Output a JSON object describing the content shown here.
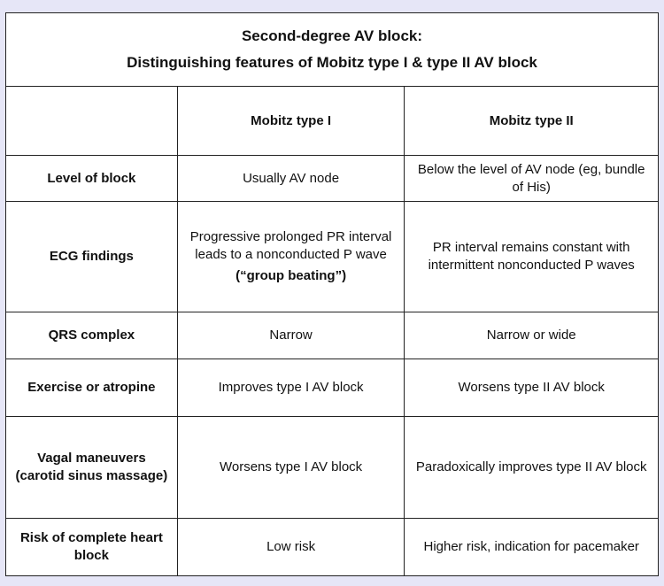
{
  "title_line1": "Second-degree AV block:",
  "title_line2": "Distinguishing features of Mobitz type I & type II AV block",
  "columns": [
    "",
    "Mobitz type I",
    "Mobitz type II"
  ],
  "rows": [
    {
      "label": "Level of block",
      "type1": "Usually AV node",
      "type2": "Below the level of AV node (eg, bundle of His)"
    },
    {
      "label": "ECG findings",
      "type1": "Progressive prolonged PR interval leads to a nonconducted P wave",
      "type1_note": "(“group beating”)",
      "type2": "PR interval remains constant with intermittent nonconducted P waves"
    },
    {
      "label": "QRS complex",
      "type1": "Narrow",
      "type2": "Narrow or wide"
    },
    {
      "label": "Exercise or atropine",
      "type1": "Improves type I AV block",
      "type2": "Worsens type II AV block"
    },
    {
      "label": "Vagal maneuvers (carotid sinus massage)",
      "type1": "Worsens type I AV block",
      "type2": "Paradoxically improves type II AV block"
    },
    {
      "label": "Risk of complete heart block",
      "type1": "Low risk",
      "type2": "Higher risk, indication for pacemaker"
    }
  ]
}
